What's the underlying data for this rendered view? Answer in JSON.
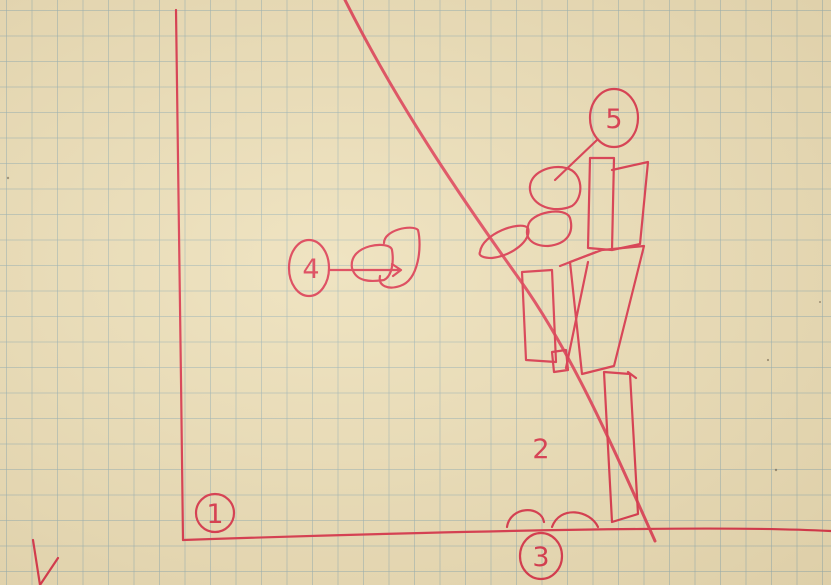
{
  "labels": {
    "one": "1",
    "two": "2",
    "three": "3",
    "four": "4",
    "five": "5"
  },
  "ink_color": "#d9304a",
  "paper_color": "#ecdfba",
  "grid_color": "#96afb4"
}
